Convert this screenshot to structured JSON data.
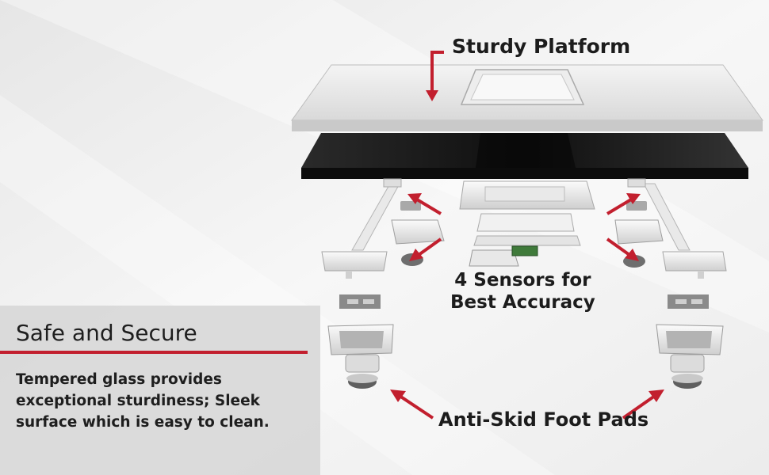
{
  "labels": {
    "platform": "Sturdy Platform",
    "sensors_line1": "4 Sensors for",
    "sensors_line2": "Best Accuracy",
    "feet": "Anti-Skid Foot Pads"
  },
  "panel": {
    "title": "Safe and Secure",
    "body_lines": [
      "Tempered glass provides",
      "exceptional sturdiness; Sleek",
      "surface which is easy to clean."
    ]
  },
  "colors": {
    "accent": "#c21f2e",
    "glass": "#1a1a1a",
    "platform": "#e3e3e3",
    "panel_bg": "#d8d8d8"
  },
  "icons": [
    "arrow-icon"
  ]
}
